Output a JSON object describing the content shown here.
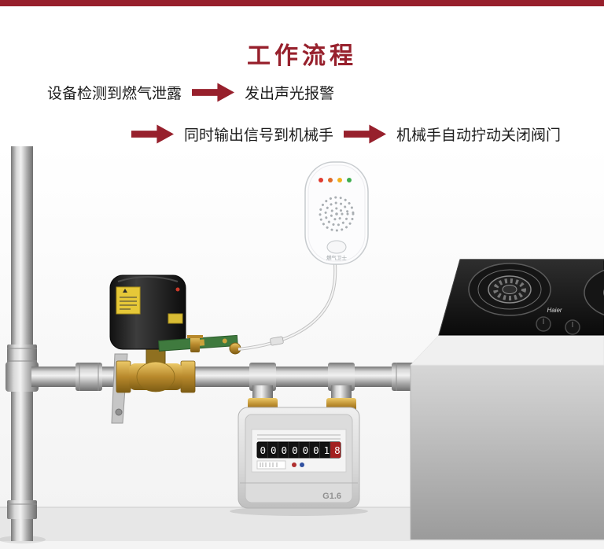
{
  "colors": {
    "accent": "#97202c",
    "step_text": "#1c1c1c",
    "led_red": "#e03b30",
    "led_orange": "#e06a28",
    "led_yellow": "#f2b01e",
    "led_green": "#3fae4f"
  },
  "header": {
    "title": "工作流程"
  },
  "flow": {
    "step1": "设备检测到燃气泄露",
    "step2": "发出声光报警",
    "step3": "同时输出信号到机械手",
    "step4": "机械手自动拧动关闭阀门"
  },
  "scene": {
    "detector": {
      "button_label": "燃气卫士"
    },
    "meter": {
      "counter_digits": "00000018",
      "model_label": "G1.6"
    },
    "stove": {
      "brand_label": "Haier"
    }
  }
}
